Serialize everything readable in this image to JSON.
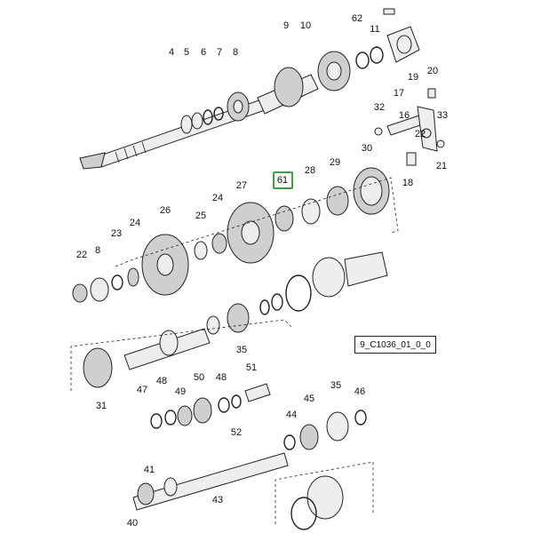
{
  "diagram": {
    "reference_code": "9_C1036_01_0_0",
    "highlight_color": "#3da23d",
    "highlighted_part": "61",
    "part_labels": [
      "4",
      "5",
      "6",
      "7",
      "8",
      "9",
      "10",
      "62",
      "11",
      "19",
      "20",
      "17",
      "32",
      "16",
      "22",
      "33",
      "18",
      "21",
      "30",
      "28",
      "29",
      "61",
      "27",
      "24",
      "26",
      "25",
      "24",
      "23",
      "8",
      "22",
      "35",
      "31",
      "47",
      "48",
      "49",
      "50",
      "48",
      "51",
      "52",
      "44",
      "45",
      "35",
      "46",
      "41",
      "43",
      "40"
    ]
  }
}
